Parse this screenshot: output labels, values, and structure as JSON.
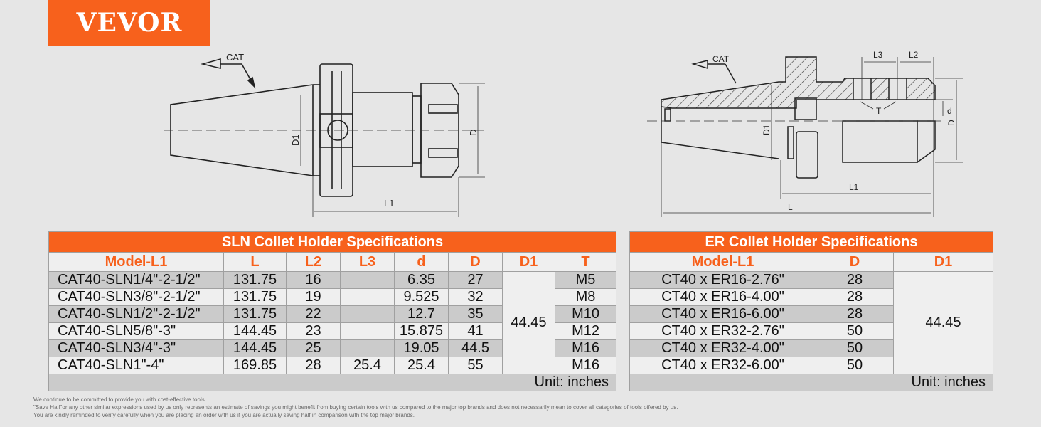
{
  "brand": {
    "logo_text": "VEVOR",
    "accent_color": "#f7611c"
  },
  "drawings": {
    "sln": {
      "labels": {
        "cat": "CAT",
        "d1": "D1",
        "d": "D",
        "l1": "L1"
      }
    },
    "er": {
      "labels": {
        "cat": "CAT",
        "l3": "L3",
        "l2": "L2",
        "t": "T",
        "d_small": "d",
        "d": "D",
        "d1": "D1",
        "l1": "L1",
        "l": "L"
      }
    }
  },
  "sln_table": {
    "title": "SLN Collet Holder Specifications",
    "headers": [
      "Model-L1",
      "L",
      "L2",
      "L3",
      "d",
      "D",
      "D1",
      "T"
    ],
    "rows": [
      {
        "model": "CAT40-SLN1/4\"-2-1/2\"",
        "L": "131.75",
        "L2": "16",
        "L3": "",
        "d": "6.35",
        "D": "27",
        "T": "M5"
      },
      {
        "model": "CAT40-SLN3/8\"-2-1/2\"",
        "L": "131.75",
        "L2": "19",
        "L3": "",
        "d": "9.525",
        "D": "32",
        "T": "M8"
      },
      {
        "model": "CAT40-SLN1/2\"-2-1/2\"",
        "L": "131.75",
        "L2": "22",
        "L3": "",
        "d": "12.7",
        "D": "35",
        "T": "M10"
      },
      {
        "model": "CAT40-SLN5/8\"-3\"",
        "L": "144.45",
        "L2": "23",
        "L3": "",
        "d": "15.875",
        "D": "41",
        "T": "M12"
      },
      {
        "model": "CAT40-SLN3/4\"-3\"",
        "L": "144.45",
        "L2": "25",
        "L3": "",
        "d": "19.05",
        "D": "44.5",
        "T": "M16"
      },
      {
        "model": "CAT40-SLN1\"-4\"",
        "L": "169.85",
        "L2": "28",
        "L3": "25.4",
        "d": "25.4",
        "D": "55",
        "T": "M16"
      }
    ],
    "d1_merged": "44.45",
    "unit": "Unit: inches"
  },
  "er_table": {
    "title": "ER Collet Holder Specifications",
    "headers": [
      "Model-L1",
      "D",
      "D1"
    ],
    "rows": [
      {
        "model": "CT40 x ER16-2.76\"",
        "D": "28"
      },
      {
        "model": "CT40 x ER16-4.00\"",
        "D": "28"
      },
      {
        "model": "CT40 x ER16-6.00\"",
        "D": "28"
      },
      {
        "model": "CT40 x ER32-2.76\"",
        "D": "50"
      },
      {
        "model": "CT40 x ER32-4.00\"",
        "D": "50"
      },
      {
        "model": "CT40 x ER32-6.00\"",
        "D": "50"
      }
    ],
    "d1_merged": "44.45",
    "unit": "Unit: inches"
  },
  "disclaimer": [
    "We continue to be committed to provide you with cost-effective tools.",
    "\"Save Half\"or any other similar expressions used by us only represents an estimate of savings you might benefit from buying certain tools with us compared to the major top brands and does not necessarily mean to cover all categories of tools offered by us.",
    "You are kindly reminded to verify carefully when you are placing an order with us if you are actually saving half in comparison with the top major brands."
  ]
}
